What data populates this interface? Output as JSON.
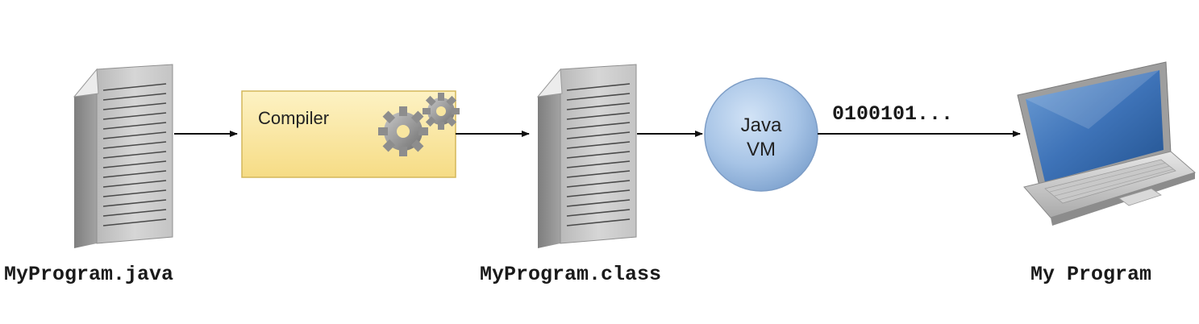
{
  "source_file": {
    "label": "MyProgram.java",
    "icon": "document-icon"
  },
  "compiler": {
    "label": "Compiler",
    "icon": "gears-icon",
    "fill_color": "#fbeaa8",
    "border_color": "#d4b75a"
  },
  "class_file": {
    "label": "MyProgram.class",
    "icon": "document-icon"
  },
  "jvm": {
    "label_line1": "Java",
    "label_line2": "VM",
    "fill_color": "#a9c6e8"
  },
  "binary_output": {
    "label": "0100101..."
  },
  "program": {
    "label": "My Program",
    "icon": "laptop-icon"
  },
  "arrow_color": "#111111"
}
